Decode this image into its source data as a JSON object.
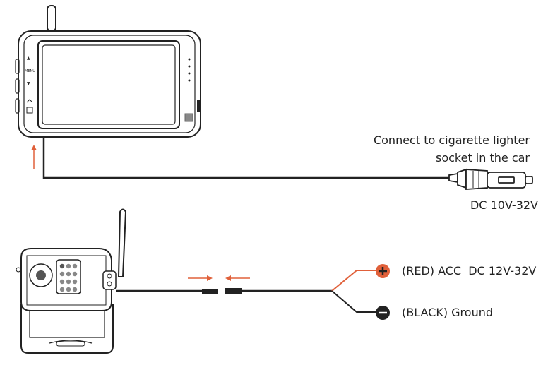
{
  "monitor": {
    "side_buttons": [
      "▲",
      "MENU",
      "▼"
    ]
  },
  "labels": {
    "lighter_line1": "Connect to cigarette lighter",
    "lighter_line2": "socket in the car",
    "lighter_voltage": "DC 10V-32V",
    "red_wire": "(RED) ACC  DC 12V-32V",
    "black_wire": "(BLACK) Ground"
  },
  "colors": {
    "arrow": "#e0603a",
    "line": "#222222",
    "positive": "#e0603a"
  }
}
